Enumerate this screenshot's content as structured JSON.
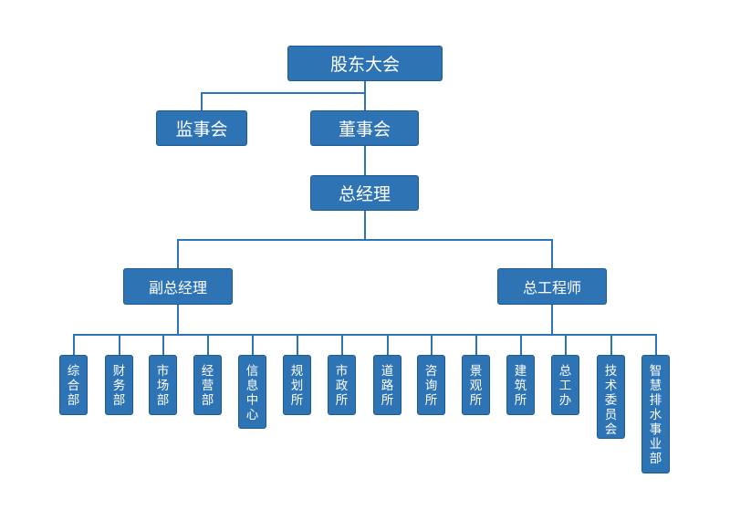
{
  "colors": {
    "node_fill": "#2e74b5",
    "node_border": "#1f5a94",
    "connector": "#2e74b5",
    "text": "#ffffff"
  },
  "org": {
    "shareholders": "股东大会",
    "supervisory": "监事会",
    "board": "董事会",
    "gm": "总经理",
    "deputy_gm": "副总经理",
    "chief_engineer": "总工程师",
    "departments": [
      "综合部",
      "财务部",
      "市场部",
      "经营部",
      "信息中心",
      "规划所",
      "市政所",
      "道路所",
      "咨询所",
      "景观所",
      "建筑所",
      "总工办",
      "技术委员会",
      "智慧排水事业部"
    ]
  }
}
